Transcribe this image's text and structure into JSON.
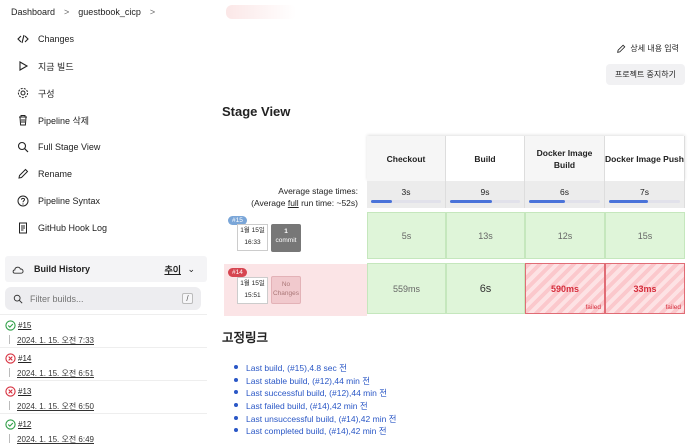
{
  "breadcrumb": {
    "items": [
      "Dashboard",
      "guestbook_cicp"
    ]
  },
  "sidebar": {
    "tasks": [
      {
        "label": "Changes",
        "icon": "code-icon"
      },
      {
        "label": "지금 빌드",
        "icon": "play-icon"
      },
      {
        "label": "구성",
        "icon": "gear-icon"
      },
      {
        "label": "Pipeline 삭제",
        "icon": "trash-icon"
      },
      {
        "label": "Full Stage View",
        "icon": "search-icon"
      },
      {
        "label": "Rename",
        "icon": "pencil-icon"
      },
      {
        "label": "Pipeline Syntax",
        "icon": "help-circle-icon"
      },
      {
        "label": "GitHub Hook Log",
        "icon": "document-icon"
      }
    ],
    "build_history": {
      "title": "Build History",
      "trend_label": "추이",
      "filter_placeholder": "Filter builds...",
      "filter_shortcut": "/",
      "builds": [
        {
          "number": "#15",
          "status": "success",
          "date": "2024. 1. 15. 오전 7:33"
        },
        {
          "number": "#14",
          "status": "failed",
          "date": "2024. 1. 15. 오전 6:51"
        },
        {
          "number": "#13",
          "status": "failed",
          "date": "2024. 1. 15. 오전 6:50"
        },
        {
          "number": "#12",
          "status": "success",
          "date": "2024. 1. 15. 오전 6:49"
        }
      ]
    }
  },
  "main": {
    "edit_description": "상세 내용 입력",
    "disable_button": "프로젝트 중지하기",
    "stage_view_title": "Stage View",
    "avg_label_line1": "Average stage times:",
    "avg_label_line2_pre": "(Average ",
    "avg_label_line2_link": "full",
    "avg_label_line2_post": " run time: ~52s)",
    "stages": [
      {
        "name": "Checkout",
        "avg": "3s",
        "avg_fraction": 0.3
      },
      {
        "name": "Build",
        "avg": "9s",
        "avg_fraction": 0.6
      },
      {
        "name": "Docker Image Build",
        "avg": "6s",
        "avg_fraction": 0.5
      },
      {
        "name": "Docker Image Push",
        "avg": "7s",
        "avg_fraction": 0.55
      }
    ],
    "runs": [
      {
        "badge": "#15",
        "date": "1월 15일",
        "time": "16:33",
        "commit_count": "1",
        "commit_label": "commit",
        "cells": [
          {
            "value": "5s",
            "status": "success"
          },
          {
            "value": "13s",
            "status": "success"
          },
          {
            "value": "12s",
            "status": "success"
          },
          {
            "value": "15s",
            "status": "success"
          }
        ]
      },
      {
        "badge": "#14",
        "date": "1월 15일",
        "time": "15:51",
        "commit_count": "No",
        "commit_label": "Changes",
        "cells": [
          {
            "value": "559ms",
            "status": "success"
          },
          {
            "value": "6s",
            "status": "success"
          },
          {
            "value": "590ms",
            "status": "failed",
            "tag": "failed"
          },
          {
            "value": "33ms",
            "status": "failed",
            "tag": "failed"
          }
        ]
      }
    ],
    "permalinks_title": "고정링크",
    "permalinks": [
      "Last build, (#15),4.8 sec 전",
      "Last stable build, (#12),44 min 전",
      "Last successful build, (#12),44 min 전",
      "Last failed build, (#14),42 min 전",
      "Last unsuccessful build, (#14),42 min 전",
      "Last completed build, (#14),42 min 전"
    ]
  },
  "colors": {
    "success": "#2e9e46",
    "failed": "#d62d3c",
    "link": "#2a57c6",
    "badge_blue": "#7aa6d8",
    "badge_red": "#d64550"
  }
}
